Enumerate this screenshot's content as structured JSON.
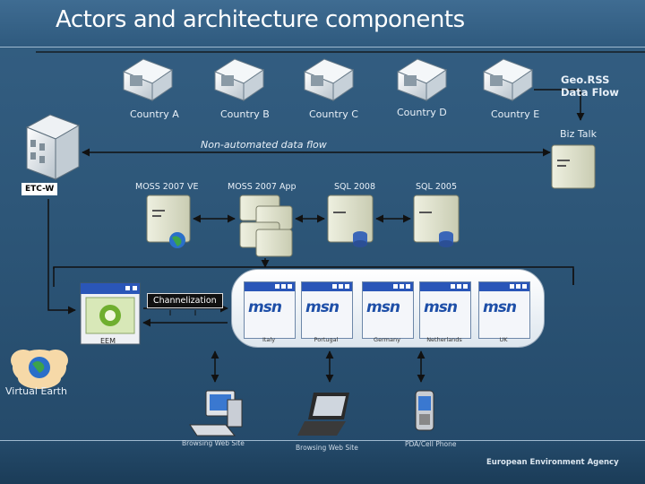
{
  "title": "Actors and architecture components",
  "countries": [
    "Country A",
    "Country B",
    "Country C",
    "Country D",
    "Country E"
  ],
  "georss_label_line1": "Geo.RSS",
  "georss_label_line2": "Data Flow",
  "biztalk_label": "Biz Talk",
  "non_automated_label": "Non-automated data flow",
  "etc_label": "ETC-W",
  "servers": [
    "MOSS 2007 VE",
    "MOSS 2007 App",
    "SQL 2008",
    "SQL 2005"
  ],
  "channelization_label": "Channelization",
  "eem_label": "EEM",
  "msn_logo_text": "msn",
  "msn_portals": [
    "Italy",
    "Portugal",
    "Germany",
    "Netherlands",
    "UK"
  ],
  "virtual_earth_label": "Virtual Earth",
  "clients": [
    "Browsing Web Site",
    "Browsing Web Site",
    "PDA/Cell Phone"
  ],
  "agency_name": "European Environment Agency",
  "colors": {
    "background": "#2d5678",
    "server": "#d8dcc4",
    "msn_blue": "#1e4fa8",
    "portal": "#ffffff"
  }
}
